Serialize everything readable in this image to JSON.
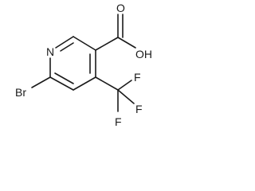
{
  "molecule": {
    "atoms": {
      "nitrogen": "N",
      "bromine": "Br",
      "hydroxyl": "OH",
      "carbonyl_oxygen": "O",
      "fluorine_1": "F",
      "fluorine_2": "F",
      "fluorine_3": "F"
    },
    "colors": {
      "ink": "#1a1a1a",
      "background": "#ffffff"
    }
  }
}
